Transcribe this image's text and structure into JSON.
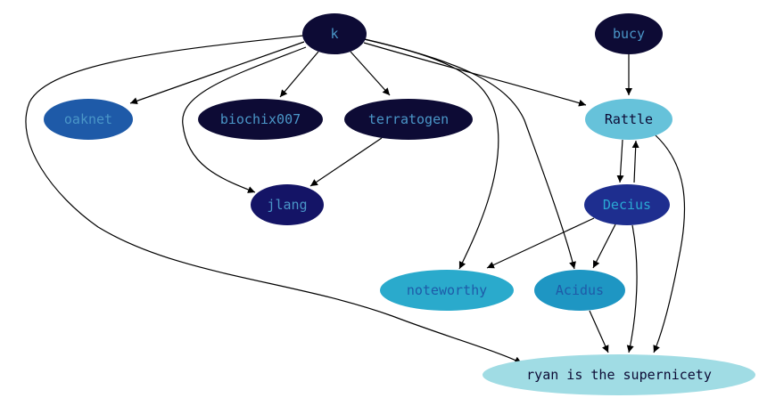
{
  "nodes": [
    {
      "id": "k",
      "label": "k",
      "fill": "#0d0b35",
      "text": "#4a96c8"
    },
    {
      "id": "bucy",
      "label": "bucy",
      "fill": "#0d0b35",
      "text": "#4a96c8"
    },
    {
      "id": "oaknet",
      "label": "oaknet",
      "fill": "#1e5aa8",
      "text": "#4a96c8"
    },
    {
      "id": "biochix007",
      "label": "biochix007",
      "fill": "#0d0b35",
      "text": "#4a96c8"
    },
    {
      "id": "terratogen",
      "label": "terratogen",
      "fill": "#0d0b35",
      "text": "#4a96c8"
    },
    {
      "id": "rattle",
      "label": "Rattle",
      "fill": "#66c2da",
      "text": "#0d0b35"
    },
    {
      "id": "jlang",
      "label": "jlang",
      "fill": "#141466",
      "text": "#4a96c8"
    },
    {
      "id": "decius",
      "label": "Decius",
      "fill": "#1e2e8f",
      "text": "#2aa8d4"
    },
    {
      "id": "noteworthy",
      "label": "noteworthy",
      "fill": "#2aaacc",
      "text": "#1e5aa8"
    },
    {
      "id": "acidus",
      "label": "Acidus",
      "fill": "#1e96c3",
      "text": "#1e5aa8"
    },
    {
      "id": "ryan",
      "label": "ryan is the supernicety",
      "fill": "#a0dce4",
      "text": "#0d0b35"
    }
  ],
  "edges": [
    {
      "from": "k",
      "to": "oaknet"
    },
    {
      "from": "k",
      "to": "biochix007"
    },
    {
      "from": "k",
      "to": "terratogen"
    },
    {
      "from": "k",
      "to": "jlang"
    },
    {
      "from": "k",
      "to": "rattle"
    },
    {
      "from": "k",
      "to": "noteworthy"
    },
    {
      "from": "k",
      "to": "acidus"
    },
    {
      "from": "k",
      "to": "ryan"
    },
    {
      "from": "bucy",
      "to": "rattle"
    },
    {
      "from": "terratogen",
      "to": "jlang"
    },
    {
      "from": "rattle",
      "to": "decius"
    },
    {
      "from": "decius",
      "to": "rattle"
    },
    {
      "from": "rattle",
      "to": "ryan"
    },
    {
      "from": "decius",
      "to": "noteworthy"
    },
    {
      "from": "decius",
      "to": "acidus"
    },
    {
      "from": "decius",
      "to": "ryan"
    },
    {
      "from": "acidus",
      "to": "ryan"
    }
  ]
}
